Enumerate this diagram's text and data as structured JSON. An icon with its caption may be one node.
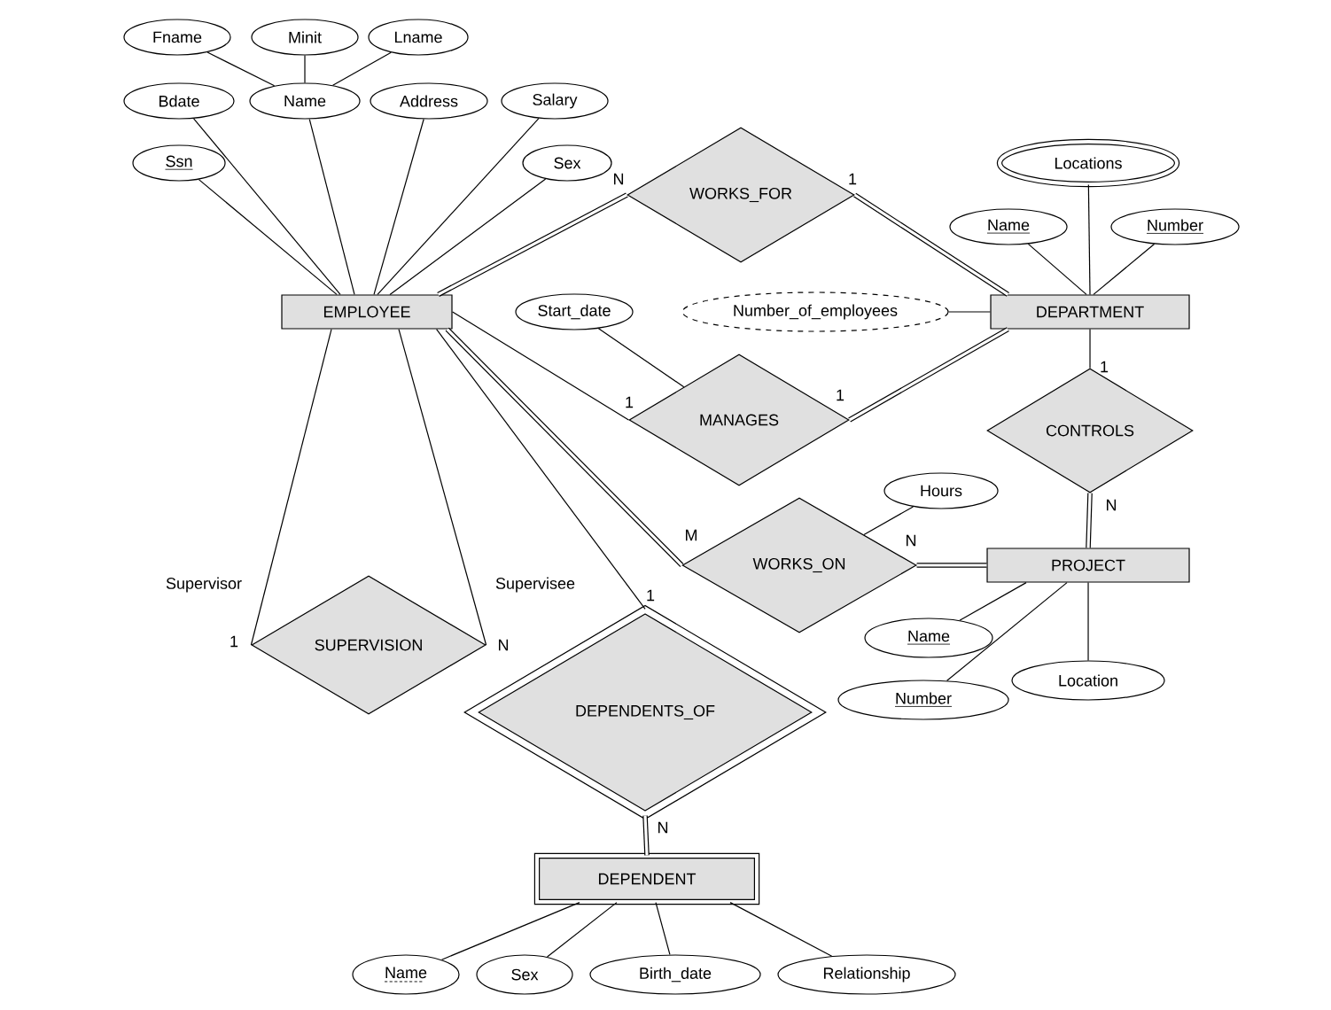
{
  "diagram": {
    "nodes": [
      {
        "text": [
          "Fname"
        ]
      },
      {
        "text": [
          "Minit"
        ]
      },
      {
        "text": [
          "Lname"
        ]
      },
      {
        "text": [
          "Bdate"
        ]
      },
      {
        "text": [
          "Name"
        ]
      },
      {
        "text": [
          "Address"
        ]
      },
      {
        "text": [
          "Salary"
        ]
      },
      {
        "text": [
          "Ssn"
        ]
      },
      {
        "text": [
          "Sex"
        ]
      },
      {
        "text": [
          "WORKS_FOR"
        ]
      },
      {
        "text": [
          "Locations"
        ]
      },
      {
        "text": [
          "Name"
        ]
      },
      {
        "text": [
          "Number"
        ]
      },
      {
        "text": [
          "EMPLOYEE"
        ]
      },
      {
        "text": [
          "Start_date"
        ]
      },
      {
        "text": [
          "Number_of_employees"
        ]
      },
      {
        "text": [
          "DEPARTMENT"
        ]
      },
      {
        "text": [
          "MANAGES"
        ]
      },
      {
        "text": [
          "CONTROLS"
        ]
      },
      {
        "text": [
          "Hours"
        ]
      },
      {
        "text": [
          "WORKS_ON"
        ]
      },
      {
        "text": [
          "PROJECT"
        ]
      },
      {
        "text": [
          "SUPERVISION"
        ]
      },
      {
        "text": [
          "Name"
        ]
      },
      {
        "text": [
          "DEPENDENTS_OF"
        ]
      },
      {
        "text": [
          "Number"
        ]
      },
      {
        "text": [
          "Location"
        ]
      },
      {
        "text": [
          "DEPENDENT"
        ]
      },
      {
        "text": [
          "Name"
        ]
      },
      {
        "text": [
          "Sex"
        ]
      },
      {
        "text": [
          "Birth_date"
        ]
      },
      {
        "text": [
          "Relationship"
        ]
      }
    ],
    "edges": [
      {
        "from": 0,
        "to": 4,
        "arrow": "none"
      },
      {
        "from": 1,
        "to": 4,
        "arrow": "none"
      },
      {
        "from": 2,
        "to": 4,
        "arrow": "none"
      },
      {
        "from": 3,
        "to": 13,
        "arrow": "none"
      },
      {
        "from": 4,
        "to": 13,
        "arrow": "none"
      },
      {
        "from": 5,
        "to": 13,
        "arrow": "none"
      },
      {
        "from": 6,
        "to": 13,
        "arrow": "none"
      },
      {
        "from": 7,
        "to": 13,
        "arrow": "none"
      },
      {
        "from": 8,
        "to": 13,
        "arrow": "none"
      },
      {
        "from": 13,
        "to": 9,
        "arrow": "none",
        "label": "N",
        "style": "thick"
      },
      {
        "from": 9,
        "to": 16,
        "arrow": "none",
        "label": "1",
        "style": "thick"
      },
      {
        "from": 10,
        "to": 16,
        "arrow": "none"
      },
      {
        "from": 11,
        "to": 16,
        "arrow": "none"
      },
      {
        "from": 12,
        "to": 16,
        "arrow": "none"
      },
      {
        "from": 15,
        "to": 16,
        "arrow": "none"
      },
      {
        "from": 14,
        "to": 17,
        "arrow": "none"
      },
      {
        "from": 13,
        "to": 17,
        "arrow": "none",
        "label": "1"
      },
      {
        "from": 17,
        "to": 16,
        "arrow": "none",
        "label": "1",
        "style": "thick"
      },
      {
        "from": 16,
        "to": 18,
        "arrow": "none",
        "label": "1"
      },
      {
        "from": 18,
        "to": 21,
        "arrow": "none",
        "label": "N",
        "style": "thick"
      },
      {
        "from": 13,
        "to": 20,
        "arrow": "none",
        "label": "M",
        "style": "thick"
      },
      {
        "from": 20,
        "to": 21,
        "arrow": "none",
        "label": "N",
        "style": "thick"
      },
      {
        "from": 19,
        "to": 20,
        "arrow": "none"
      },
      {
        "from": 23,
        "to": 21,
        "arrow": "none"
      },
      {
        "from": 25,
        "to": 21,
        "arrow": "none"
      },
      {
        "from": 26,
        "to": 21,
        "arrow": "none"
      },
      {
        "from": 13,
        "to": 22,
        "arrow": "none",
        "label": "1"
      },
      {
        "from": 13,
        "to": 22,
        "arrow": "none",
        "label": "N"
      },
      {
        "from": 13,
        "to": 24,
        "arrow": "none",
        "label": "1"
      },
      {
        "from": 24,
        "to": 27,
        "arrow": "none",
        "label": "N",
        "style": "thick"
      },
      {
        "from": 28,
        "to": 27,
        "arrow": "none"
      },
      {
        "from": 29,
        "to": 27,
        "arrow": "none"
      },
      {
        "from": 30,
        "to": 27,
        "arrow": "none"
      },
      {
        "from": 31,
        "to": 27,
        "arrow": "none"
      }
    ],
    "labels": [
      "Supervisor",
      "Supervisee"
    ]
  }
}
